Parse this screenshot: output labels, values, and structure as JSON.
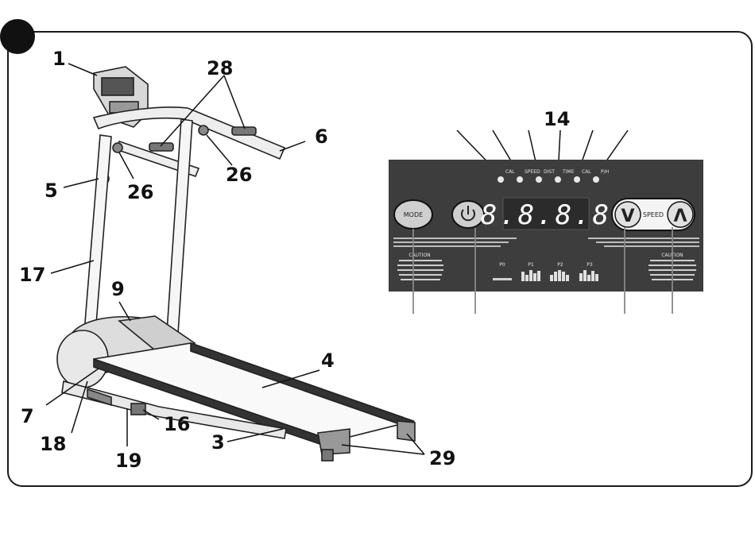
{
  "callouts": {
    "c1": "1",
    "c28": "28",
    "c6": "6",
    "c5": "5",
    "c26a": "26",
    "c26b": "26",
    "c17": "17",
    "c9": "9",
    "c4": "4",
    "c7": "7",
    "c18": "18",
    "c16": "16",
    "c19": "19",
    "c3": "3",
    "c29": "29",
    "c14": "14"
  },
  "console": {
    "indicators": [
      "CAL",
      "SPEED",
      "DIST",
      "TIME",
      "CAL",
      "P/H"
    ],
    "display": "8.8.8.8",
    "mode_label": "MODE",
    "speed_label": "SPEED",
    "speed_down": "V",
    "speed_up": "Λ",
    "caution_title": "CAUTION",
    "programs": [
      "P0",
      "P1",
      "P2",
      "P3"
    ]
  },
  "colors": {
    "panel": "#3d3d3d",
    "frame": "#1a1a1a",
    "marker": "#111111"
  }
}
